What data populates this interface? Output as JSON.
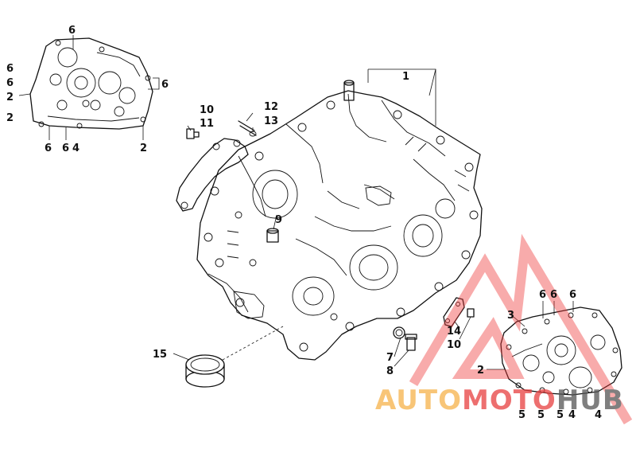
{
  "labels": {
    "l1": "1",
    "l2": "2",
    "l3": "3",
    "l4": "4",
    "l5": "5",
    "l6": "6",
    "l7": "7",
    "l8": "8",
    "l9": "9",
    "l10": "10",
    "l11": "11",
    "l12": "12",
    "l13": "13",
    "l14": "14",
    "l15": "15"
  },
  "watermark": {
    "text": "AUTOMOTOHUB",
    "colors": {
      "auto": "#f6b24a",
      "moto": "#e84040",
      "hub": "#555555"
    }
  }
}
